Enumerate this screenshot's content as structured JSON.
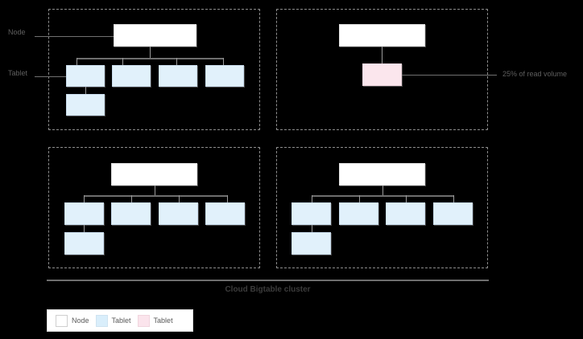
{
  "diagram": {
    "title": "Cloud Bigtable cluster",
    "colors": {
      "background": "#000000",
      "node_fill": "#ffffff",
      "tablet_blue_fill": "#e1f1fb",
      "tablet_pink_fill": "#fbe6ed",
      "connector": "#707070",
      "dashed_border": "#8c8c8c",
      "label_text": "#5f5f5f",
      "caption_text": "#3c3c3c"
    },
    "callouts": [
      {
        "id": "node-callout",
        "label": "Node"
      },
      {
        "id": "tablet-callout",
        "label": "Tablet"
      },
      {
        "id": "hotspot-callout",
        "label": "25% of read volume"
      }
    ],
    "quadrants": [
      {
        "id": "quadrant-top-left",
        "node": {
          "label": ""
        },
        "tablets": [
          {
            "kind": "tablet-blue",
            "label": ""
          },
          {
            "kind": "tablet-blue",
            "label": ""
          },
          {
            "kind": "tablet-blue",
            "label": ""
          },
          {
            "kind": "tablet-blue",
            "label": ""
          },
          {
            "kind": "tablet-blue",
            "label": ""
          }
        ]
      },
      {
        "id": "quadrant-top-right",
        "node": {
          "label": ""
        },
        "tablets": [
          {
            "kind": "tablet-pink",
            "label": ""
          }
        ]
      },
      {
        "id": "quadrant-bottom-left",
        "node": {
          "label": ""
        },
        "tablets": [
          {
            "kind": "tablet-blue",
            "label": ""
          },
          {
            "kind": "tablet-blue",
            "label": ""
          },
          {
            "kind": "tablet-blue",
            "label": ""
          },
          {
            "kind": "tablet-blue",
            "label": ""
          },
          {
            "kind": "tablet-blue",
            "label": ""
          }
        ]
      },
      {
        "id": "quadrant-bottom-right",
        "node": {
          "label": ""
        },
        "tablets": [
          {
            "kind": "tablet-blue",
            "label": ""
          },
          {
            "kind": "tablet-blue",
            "label": ""
          },
          {
            "kind": "tablet-blue",
            "label": ""
          },
          {
            "kind": "tablet-blue",
            "label": ""
          },
          {
            "kind": "tablet-blue",
            "label": ""
          }
        ]
      }
    ],
    "legend": {
      "entries": [
        {
          "label": "Node",
          "color": "#ffffff"
        },
        {
          "label": "Tablet",
          "color": "#e1f1fb"
        },
        {
          "label": "Tablet",
          "color": "#fbe6ed"
        }
      ]
    }
  }
}
